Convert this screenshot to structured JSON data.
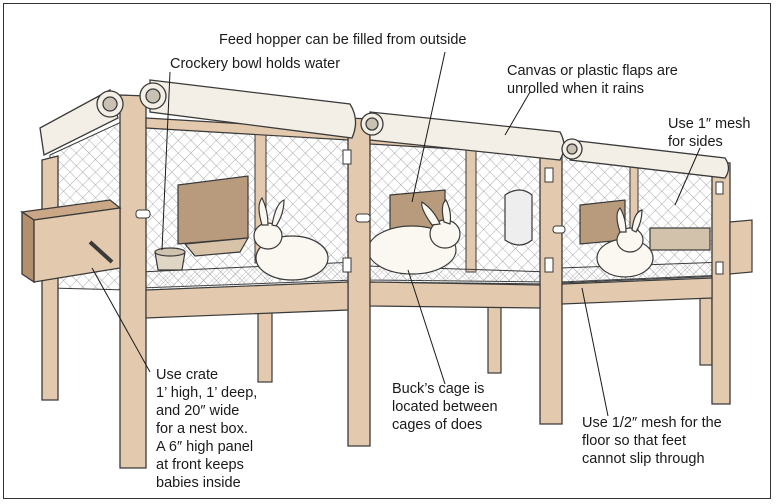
{
  "labels": {
    "feed_hopper": "Feed hopper can be filled from outside",
    "crockery_bowl": "Crockery bowl holds water",
    "canvas_flaps": "Canvas or plastic flaps are\nunrolled when it rains",
    "side_mesh": "Use 1″ mesh\nfor sides",
    "nest_box": "Use crate\n1’ high, 1’ deep,\nand 20″ wide\nfor a nest box.\nA 6″ high panel\nat front keeps\nbabies inside",
    "bucks_cage": "Buck’s cage is\nlocated between\ncages of does",
    "floor_mesh": "Use 1/2″ mesh for the\nfloor so that feet\ncannot slip through"
  },
  "colors": {
    "wood": "#e3c9ad",
    "wood_dark": "#c9a787",
    "outline": "#3a3a3a",
    "canvas": "#f4efe6",
    "mesh": "#8a8a8a",
    "rabbit": "#fbf8f2",
    "hopper": "#b89b7c"
  }
}
